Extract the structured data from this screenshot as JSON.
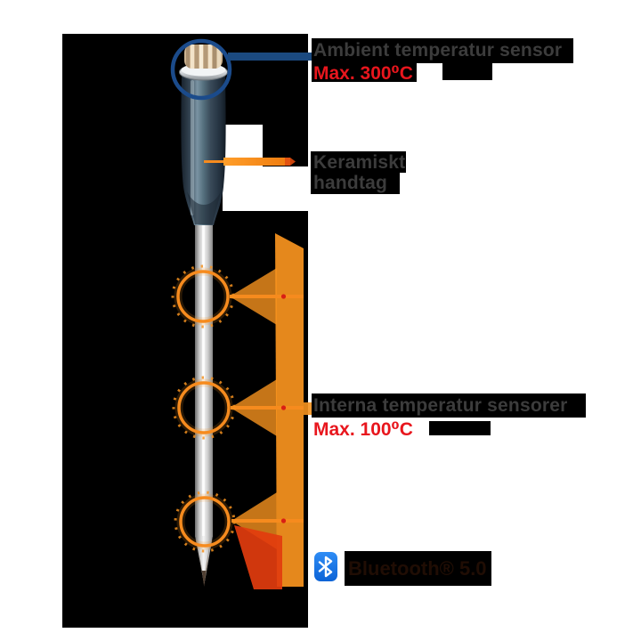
{
  "title": "Wireless probe thermometer infographic",
  "annotations": {
    "ambient": {
      "label": "Ambient temperatur sensor",
      "max": "Max. 300⁰C"
    },
    "handle": {
      "line1": "Keramiskt",
      "line2": "handtag"
    },
    "internal": {
      "label": "Interna temperatur sensorer",
      "max": "Max. 100⁰C"
    },
    "bluetooth": {
      "label": "Bluetooth® 5.0"
    }
  },
  "icons": {
    "bluetooth": "bluetooth-rune-icon"
  },
  "colors": {
    "backdrop": "#000000",
    "canvas": "#ffffff",
    "label_text": "#3c3c3c",
    "max_text_red": "#e8161d",
    "accent_orange": "#f6921e",
    "accent_red_orange": "#e23c0e",
    "annotation_blue": "#1b4b8b",
    "bluetooth_blue": "#1273e8",
    "handle_slate": "#55707e",
    "cap_cream": "#ead9bd"
  }
}
